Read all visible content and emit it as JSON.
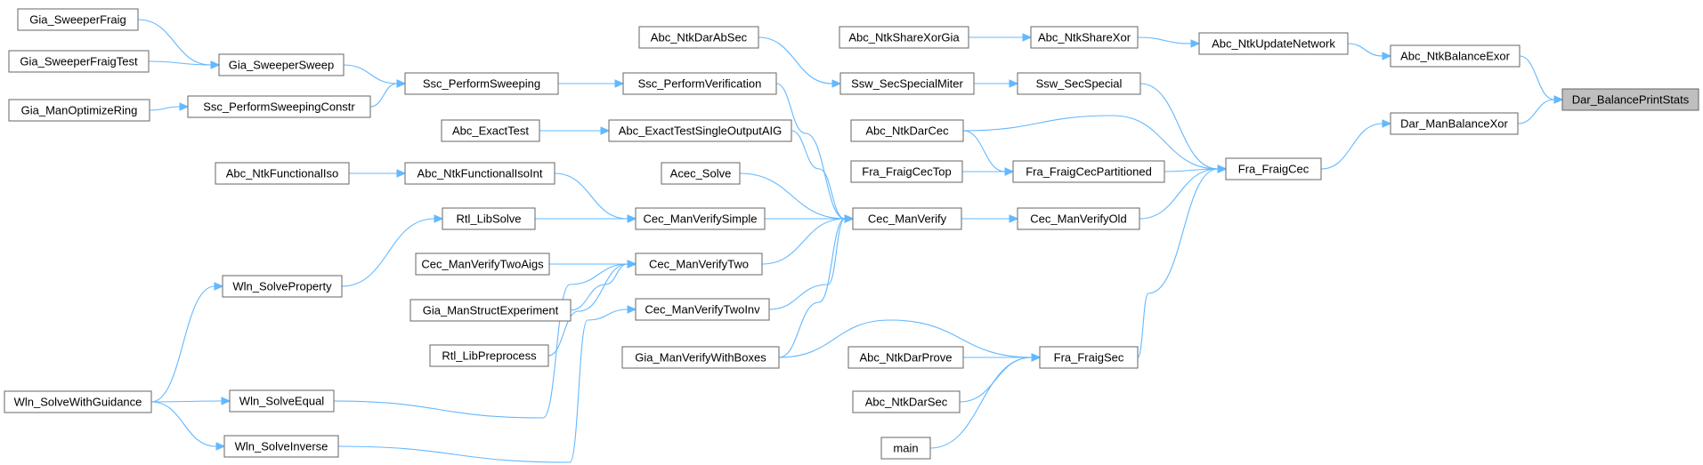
{
  "colors": {
    "node_fill": "#ffffff",
    "node_border": "#666666",
    "root_fill": "#bfbfbf",
    "edge": "#63b8ff",
    "text": "#000000"
  },
  "root_node": "Dar_BalancePrintStats",
  "nodes": [
    {
      "id": "Dar_BalancePrintStats",
      "label": "Dar_BalancePrintStats"
    },
    {
      "id": "Abc_NtkBalanceExor",
      "label": "Abc_NtkBalanceExor"
    },
    {
      "id": "Dar_ManBalanceXor",
      "label": "Dar_ManBalanceXor"
    },
    {
      "id": "Abc_NtkUpdateNetwork",
      "label": "Abc_NtkUpdateNetwork"
    },
    {
      "id": "Fra_FraigCec",
      "label": "Fra_FraigCec"
    },
    {
      "id": "Abc_NtkShareXor",
      "label": "Abc_NtkShareXor"
    },
    {
      "id": "Abc_NtkShareXorGia",
      "label": "Abc_NtkShareXorGia"
    },
    {
      "id": "Ssw_SecSpecial",
      "label": "Ssw_SecSpecial"
    },
    {
      "id": "Fra_FraigCecPartitioned",
      "label": "Fra_FraigCecPartitioned"
    },
    {
      "id": "Cec_ManVerifyOld",
      "label": "Cec_ManVerifyOld"
    },
    {
      "id": "Fra_FraigSec",
      "label": "Fra_FraigSec"
    },
    {
      "id": "Ssw_SecSpecialMiter",
      "label": "Ssw_SecSpecialMiter"
    },
    {
      "id": "Abc_NtkDarAbSec",
      "label": "Abc_NtkDarAbSec"
    },
    {
      "id": "Abc_NtkDarCec",
      "label": "Abc_NtkDarCec"
    },
    {
      "id": "Fra_FraigCecTop",
      "label": "Fra_FraigCecTop"
    },
    {
      "id": "Cec_ManVerify",
      "label": "Cec_ManVerify"
    },
    {
      "id": "Abc_NtkDarProve",
      "label": "Abc_NtkDarProve"
    },
    {
      "id": "Abc_NtkDarSec",
      "label": "Abc_NtkDarSec"
    },
    {
      "id": "main",
      "label": "main"
    },
    {
      "id": "Gia_ManVerifyWithBoxes",
      "label": "Gia_ManVerifyWithBoxes"
    },
    {
      "id": "Ssc_PerformVerification",
      "label": "Ssc_PerformVerification"
    },
    {
      "id": "Abc_ExactTestSingleOutputAIG",
      "label": "Abc_ExactTestSingleOutputAIG"
    },
    {
      "id": "Acec_Solve",
      "label": "Acec_Solve"
    },
    {
      "id": "Cec_ManVerifySimple",
      "label": "Cec_ManVerifySimple"
    },
    {
      "id": "Cec_ManVerifyTwo",
      "label": "Cec_ManVerifyTwo"
    },
    {
      "id": "Cec_ManVerifyTwoInv",
      "label": "Cec_ManVerifyTwoInv"
    },
    {
      "id": "Ssc_PerformSweeping",
      "label": "Ssc_PerformSweeping"
    },
    {
      "id": "Abc_ExactTest",
      "label": "Abc_ExactTest"
    },
    {
      "id": "Abc_NtkFunctionalIsoInt",
      "label": "Abc_NtkFunctionalIsoInt"
    },
    {
      "id": "Rtl_LibSolve",
      "label": "Rtl_LibSolve"
    },
    {
      "id": "Cec_ManVerifyTwoAigs",
      "label": "Cec_ManVerifyTwoAigs"
    },
    {
      "id": "Gia_ManStructExperiment",
      "label": "Gia_ManStructExperiment"
    },
    {
      "id": "Rtl_LibPreprocess",
      "label": "Rtl_LibPreprocess"
    },
    {
      "id": "Gia_SweeperSweep",
      "label": "Gia_SweeperSweep"
    },
    {
      "id": "Ssc_PerformSweepingConstr",
      "label": "Ssc_PerformSweepingConstr"
    },
    {
      "id": "Abc_NtkFunctionalIso",
      "label": "Abc_NtkFunctionalIso"
    },
    {
      "id": "Wln_SolveProperty",
      "label": "Wln_SolveProperty"
    },
    {
      "id": "Wln_SolveEqual",
      "label": "Wln_SolveEqual"
    },
    {
      "id": "Wln_SolveInverse",
      "label": "Wln_SolveInverse"
    },
    {
      "id": "Gia_SweeperFraig",
      "label": "Gia_SweeperFraig"
    },
    {
      "id": "Gia_SweeperFraigTest",
      "label": "Gia_SweeperFraigTest"
    },
    {
      "id": "Gia_ManOptimizeRing",
      "label": "Gia_ManOptimizeRing"
    },
    {
      "id": "Wln_SolveWithGuidance",
      "label": "Wln_SolveWithGuidance"
    }
  ],
  "edges": [
    {
      "from": "Abc_NtkBalanceExor",
      "to": "Dar_BalancePrintStats"
    },
    {
      "from": "Dar_ManBalanceXor",
      "to": "Dar_BalancePrintStats"
    },
    {
      "from": "Abc_NtkUpdateNetwork",
      "to": "Abc_NtkBalanceExor"
    },
    {
      "from": "Fra_FraigCec",
      "to": "Dar_ManBalanceXor"
    },
    {
      "from": "Abc_NtkShareXor",
      "to": "Abc_NtkUpdateNetwork"
    },
    {
      "from": "Abc_NtkShareXorGia",
      "to": "Abc_NtkShareXor"
    },
    {
      "from": "Ssw_SecSpecial",
      "to": "Fra_FraigCec"
    },
    {
      "from": "Abc_NtkDarCec",
      "to": "Fra_FraigCec"
    },
    {
      "from": "Fra_FraigCecPartitioned",
      "to": "Fra_FraigCec"
    },
    {
      "from": "Cec_ManVerifyOld",
      "to": "Fra_FraigCec"
    },
    {
      "from": "Fra_FraigSec",
      "to": "Fra_FraigCec"
    },
    {
      "from": "Ssw_SecSpecialMiter",
      "to": "Ssw_SecSpecial"
    },
    {
      "from": "Abc_NtkDarAbSec",
      "to": "Ssw_SecSpecialMiter"
    },
    {
      "from": "Abc_NtkDarCec",
      "to": "Fra_FraigCecPartitioned"
    },
    {
      "from": "Fra_FraigCecTop",
      "to": "Fra_FraigCecPartitioned"
    },
    {
      "from": "Cec_ManVerify",
      "to": "Cec_ManVerifyOld"
    },
    {
      "from": "Gia_ManVerifyWithBoxes",
      "to": "Fra_FraigSec"
    },
    {
      "from": "Abc_NtkDarProve",
      "to": "Fra_FraigSec"
    },
    {
      "from": "Abc_NtkDarSec",
      "to": "Fra_FraigSec"
    },
    {
      "from": "main",
      "to": "Fra_FraigSec"
    },
    {
      "from": "Ssc_PerformVerification",
      "to": "Cec_ManVerify"
    },
    {
      "from": "Abc_ExactTestSingleOutputAIG",
      "to": "Cec_ManVerify"
    },
    {
      "from": "Acec_Solve",
      "to": "Cec_ManVerify"
    },
    {
      "from": "Cec_ManVerifySimple",
      "to": "Cec_ManVerify"
    },
    {
      "from": "Cec_ManVerifyTwo",
      "to": "Cec_ManVerify"
    },
    {
      "from": "Cec_ManVerifyTwoInv",
      "to": "Cec_ManVerify"
    },
    {
      "from": "Gia_ManVerifyWithBoxes",
      "to": "Cec_ManVerify"
    },
    {
      "from": "Ssc_PerformSweeping",
      "to": "Ssc_PerformVerification"
    },
    {
      "from": "Abc_ExactTest",
      "to": "Abc_ExactTestSingleOutputAIG"
    },
    {
      "from": "Abc_NtkFunctionalIsoInt",
      "to": "Cec_ManVerifySimple"
    },
    {
      "from": "Rtl_LibSolve",
      "to": "Cec_ManVerifySimple"
    },
    {
      "from": "Cec_ManVerifyTwoAigs",
      "to": "Cec_ManVerifyTwo"
    },
    {
      "from": "Gia_ManStructExperiment",
      "to": "Cec_ManVerifyTwo"
    },
    {
      "from": "Rtl_LibPreprocess",
      "to": "Cec_ManVerifyTwo"
    },
    {
      "from": "Wln_SolveEqual",
      "to": "Cec_ManVerifyTwo"
    },
    {
      "from": "Wln_SolveInverse",
      "to": "Cec_ManVerifyTwoInv"
    },
    {
      "from": "Gia_SweeperSweep",
      "to": "Ssc_PerformSweeping"
    },
    {
      "from": "Ssc_PerformSweepingConstr",
      "to": "Ssc_PerformSweeping"
    },
    {
      "from": "Abc_NtkFunctionalIso",
      "to": "Abc_NtkFunctionalIsoInt"
    },
    {
      "from": "Wln_SolveProperty",
      "to": "Rtl_LibSolve"
    },
    {
      "from": "Gia_SweeperFraig",
      "to": "Gia_SweeperSweep"
    },
    {
      "from": "Gia_SweeperFraigTest",
      "to": "Gia_SweeperSweep"
    },
    {
      "from": "Gia_ManOptimizeRing",
      "to": "Ssc_PerformSweepingConstr"
    },
    {
      "from": "Wln_SolveWithGuidance",
      "to": "Wln_SolveProperty"
    },
    {
      "from": "Wln_SolveWithGuidance",
      "to": "Wln_SolveEqual"
    },
    {
      "from": "Wln_SolveWithGuidance",
      "to": "Wln_SolveInverse"
    }
  ]
}
